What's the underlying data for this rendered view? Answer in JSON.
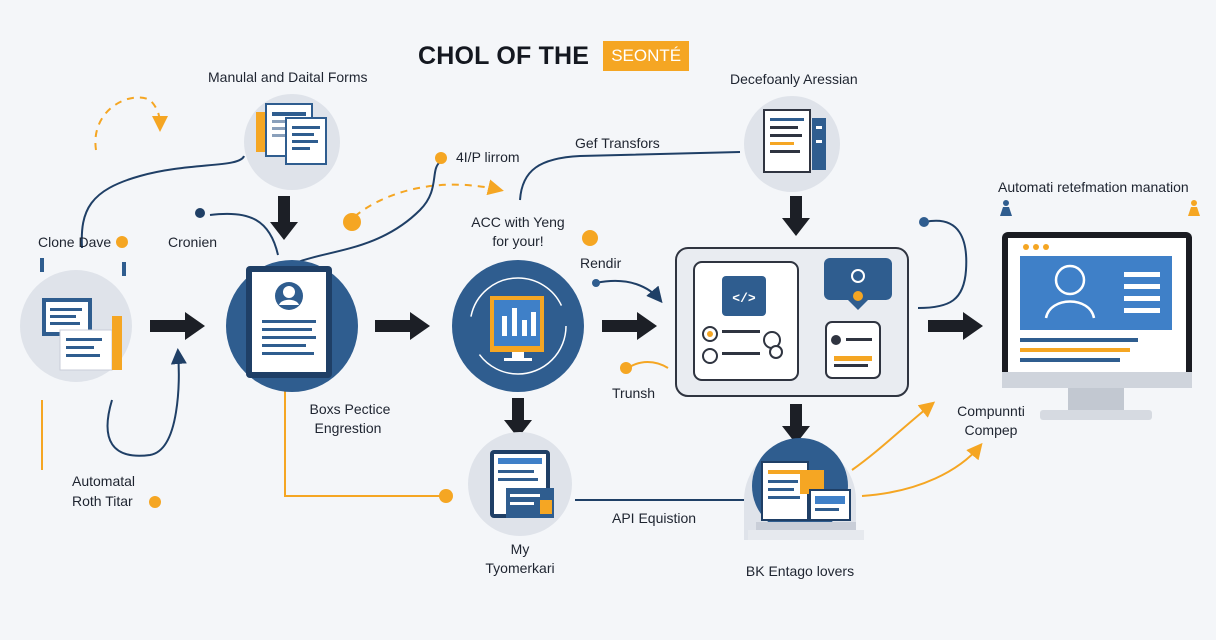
{
  "title": {
    "main": "CHOL OF THE",
    "tag": "SEONTÉ"
  },
  "nodes": {
    "manual_forms": "Manulal and Daital Forms",
    "decefoanly": "Decefoanly Aressian",
    "automat_ret": "Automati retefmation manation",
    "clone_dave": "Clone Dave",
    "cronien": "Cronien",
    "boxs_line1": "Boxs Pectice",
    "boxs_line2": "Engrestion",
    "acc_line1": "ACC with Yeng",
    "acc_line2": "for your!",
    "my_line1": "My",
    "my_line2": "Tyomerkari",
    "bk": "BK Entago lovers",
    "compun_line1": "Compunnti",
    "compun_line2": "Compep",
    "automatal_line1": "Automatal",
    "automatal_line2": "Roth Titar"
  },
  "edges": {
    "ip": "4I/P lirrom",
    "gef": "Gef Transfors",
    "rendir": "Rendir",
    "trunsh": "Trunsh",
    "api": "API Equistion"
  },
  "colors": {
    "navy": "#2f5d8f",
    "navy_dark": "#1f3f66",
    "orange": "#f5a623",
    "arrow": "#1c1f26",
    "circle_bg": "#e3e7ee",
    "screen_blue": "#3f80c8"
  },
  "icons": [
    "document-stack-icon",
    "profile-card-icon",
    "monitor-chart-icon",
    "code-panel-icon",
    "tablet-doc-icon",
    "laptop-stack-icon",
    "desktop-monitor-icon",
    "person-icon"
  ]
}
